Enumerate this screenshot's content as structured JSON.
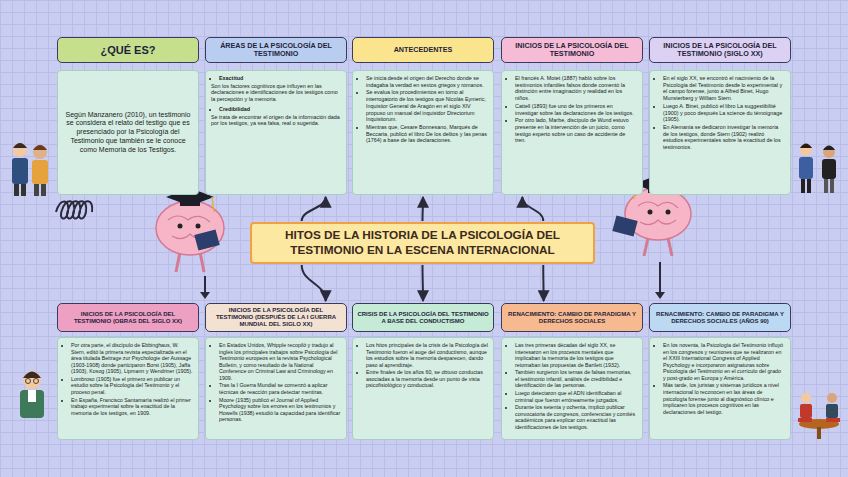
{
  "diagram": {
    "nodes": [
      {
        "text": [
          "¿QUÉ ES?"
        ]
      },
      {
        "text": [
          "Según Manzanero (2010), un testimonio se considera el relato del testigo que es presenciado por la Psicología del Testimonio que también se le conoce como Memoria de los Testigos."
        ]
      },
      {
        "text": [
          "ÁREAS DE LA PSICOLOGÍA DEL TESTIMONIO"
        ]
      },
      {
        "text": [
          "Exactitud",
          "Son los factores cognitivos que influyen en las declaraciones e identificaciones de los testigos como la percepción y la memoria.",
          "Credibilidad",
          "Se trata de encontrar el origen de la información dada por los testigos, ya sea falsa, real o sugerida."
        ]
      },
      {
        "text": [
          "ANTECEDENTES"
        ]
      },
      {
        "text": [
          "Se inicia desde el origen del Derecho donde se indagaba la verdad en sextos griegos y romanos.",
          "Se evalua los procedimientos en torno al interrogatorio de los testigos que Nicolás Eymeric, Inquisitor General de Aragón en el siglo XIV propuso un manual del inquisidor Directorium Inquisitorum.",
          "Mientras que, Cesare Bonnesano, Marqués de Beccaria, publicó el libro De los delitos y las penas (1764) a base de las declaraciones."
        ]
      },
      {
        "text": [
          "INICIOS DE LA PSICOLOGÍA DEL TESTIMONIO"
        ]
      },
      {
        "text": [
          "El francés A. Motet (1887) habló sobre los testimonios infantiles falsos donde comentó la distinción entre imaginación y realidad en los niños.",
          "Cattell (1893) fue uno de los primeros en investigar sobre las declaraciones de los testigos.",
          "Por otro lado, Marbe, discípulo de Wund estuvo presente en la intervención de un juicio, como testigo experto sobre un caso de accidente de tren."
        ]
      },
      {
        "text": [
          "INICIOS DE LA PSICOLOGÍA DEL TESTIMONIO (SIGLO XX)"
        ]
      },
      {
        "text": [
          "En el siglo XX, se encontró el nacimiento de la Psicología del Testimonio desde lo experimental y el campo forense, junto a Alfred Binet, Hugo Munsterberg y William Stern.",
          "Luego A. Binet, publicó el libro La suggestibilité (1900) y poco después La science du témoignage (1905).",
          "En Alemania se dedicaron investigar la memoria de los testigos, donde Stern (1902) realizó estudios experimentales sobre la exactitud de los testimonios."
        ]
      },
      {
        "text": [
          "HITOS DE LA HISTORIA DE LA PSICOLOGÍA DEL TESTIMONIO EN LA ESCENA INTERNACIONAL"
        ]
      },
      {
        "text": [
          "INICIOS DE LA PSICOLOGÍA DEL TESTIMONIO (OBRAS DEL SIGLO XX)"
        ]
      },
      {
        "text": [
          "Por otra parte, el discípulo de Ebbinghaus, W. Stern, editó la primera revista especializada en el área titulada Beitrage zur Psychologie der Aussage (1903-1908) donde participaron Borst (1905), Jaffa (1903), Kosog (1905), Lipmann y Wendriner (1905).",
          "Lombroso (1905) fue el primero en publicar un estudio sobre la Psicología del Testimonio y el proceso penal.",
          "En España, Francisco Santamaría realizó el primer trabajo experimental sobre la exactitud de la memoria de los testigos, en 1909."
        ]
      },
      {
        "text": [
          "INICIOS DE LA PSICOLOGÍA DEL TESTIMONIO (DESPUÉS DE LA I GUERRA MUNDIAL DEL SIGLO XX)"
        ]
      },
      {
        "text": [
          "En Estados Unidos, Whipple recopiló y tradujo al inglés los principales trabajos sobre Psicología del Testimonio europeos en la revista Psychological Bulletin, y como resultado de la National Conference on Criminal Law and Criminology en 1909.",
          "Tras la I Guerra Mundial se comenzó a aplicar técnicas de reacción para detectar mentiras.",
          "Moore (1935) publicó el Journal of Applied Psychology sobre los errores en los testimonios y Howells (1938) estudió la capacidad para identificar personas."
        ]
      },
      {
        "text": [
          "CRISIS DE LA PSICOLOGÍA DEL TESTIMONIO A BASE DEL CONDUCTISMO"
        ]
      },
      {
        "text": [
          "Los hitos principales de la crisis de la Psicología del Testimonio fueron el auge del conductismo, aunque los estudios sobre la memoria desparecen, dando paso al aprendizaje.",
          "Entre finales de los años 60, se obtuvo conductas asociadas a la memoria desde un punto de vista psicofisiológico y conductual."
        ]
      },
      {
        "text": [
          "RENACIMIENTO: CAMBIO DE PARADIGMA Y DERECHOS SOCIALES"
        ]
      },
      {
        "text": [
          "Las tres primeras décadas del siglo XX, se interesaron en los procesos mentales que implicaban la memoria de los testigos que retomaban las propuestas de Bartlett (1932).",
          "También surgieron los temas de falsas memorias, el testimonio infantil, análisis de credibilidad e identificación de las personas.",
          "Luego detectaron que el ADN identificaban al criminal que fueron erróneamente juzgados.",
          "Durante los setenta y ochenta, implicó publicar convocatoria de congresos, conferencias y comités académicos para explicar con exactitud las identificaciones de los testigos."
        ]
      },
      {
        "text": [
          "RENACIMIENTO: CAMBIO DE PARADIGMA Y DERECHOS SOCIALES (AÑOS 90)"
        ]
      },
      {
        "text": [
          "En los noventa, la Psicología del Testimonio influyó en los congresos y reuniones que se realizaron en el XXIII International Congress of Applied Psychology e incorporaron asignaturas sobre Psicología del Testimonio en el currículo del grado y post-grado en Europa y América.",
          "Más tarde, los juristas y sistemas jurídicos a nivel internacional lo reconocen en las áreas de psicología forense junto al diagnóstico clínico e implicaren los procesos cognitivos en las declaraciones del testigo."
        ]
      }
    ],
    "edges": [
      {
        "from": 10,
        "to": 3,
        "arrow": "to"
      },
      {
        "from": 10,
        "to": 5,
        "arrow": "to"
      },
      {
        "from": 10,
        "to": 7,
        "arrow": "to"
      },
      {
        "from": 10,
        "to": 13,
        "arrow": "to"
      },
      {
        "from": 10,
        "to": 15,
        "arrow": "to"
      },
      {
        "from": 10,
        "to": 17,
        "arrow": "to"
      }
    ]
  }
}
